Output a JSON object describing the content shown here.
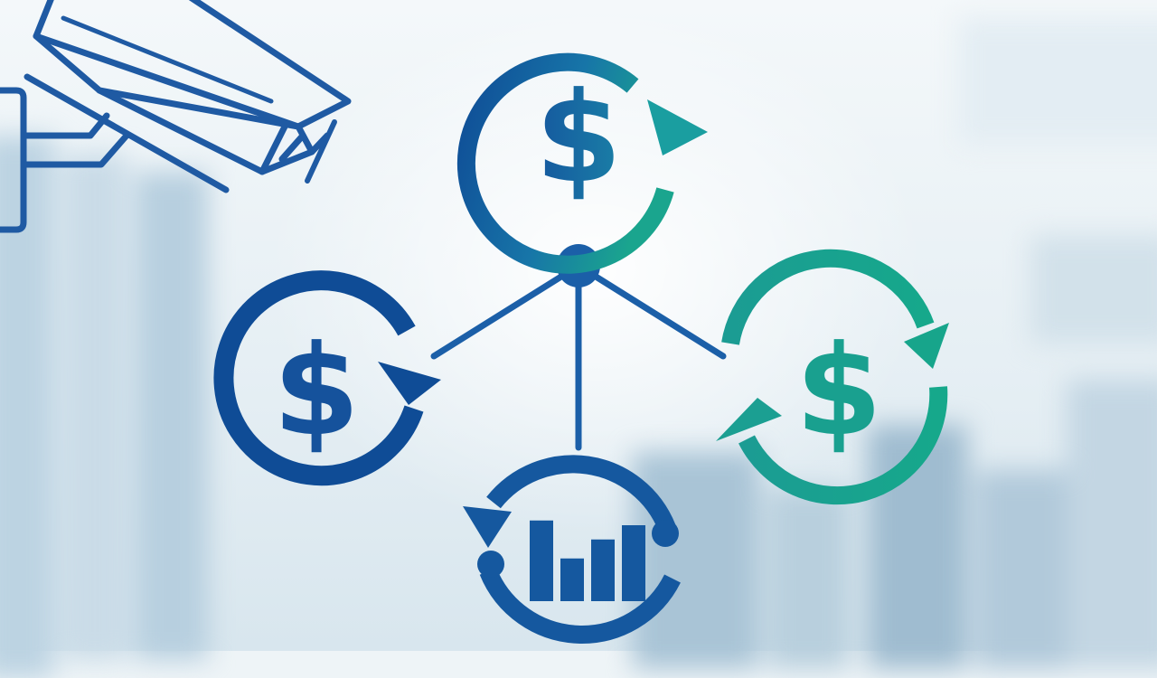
{
  "scene": {
    "symbols": {
      "top": "$",
      "left": "$",
      "right": "$"
    },
    "colors": {
      "navy": "#0f4c96",
      "blue": "#1b5fa8",
      "teal": "#1aa58e",
      "camera_stroke": "#1f5aa3",
      "background": "#eef4f7"
    },
    "bottom_chart_bars": [
      0.85,
      0.45,
      0.65,
      0.8
    ]
  }
}
